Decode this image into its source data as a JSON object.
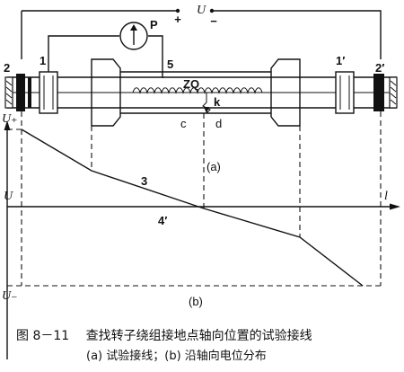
{
  "figure": {
    "supply": {
      "plus": "+",
      "symbol": "U",
      "minus": "−"
    },
    "meter_label": "P",
    "labels": {
      "n1": "1",
      "n1p": "1′",
      "n2": "2",
      "n2p": "2′",
      "n3": "3",
      "n4p": "4′",
      "n5": "5",
      "zq": "ZQ",
      "k": "k",
      "c": "c",
      "d": "d",
      "sub_a": "(a)",
      "sub_b": "(b)"
    },
    "axis": {
      "u_plus": "U₊",
      "u": "U",
      "u_minus": "U₋",
      "l": "l"
    }
  },
  "caption": {
    "line1": "图 8－11　 查找转子绕组接地点轴向位置的试验接线",
    "line2": "(a) 试验接线；(b) 沿轴向电位分布"
  }
}
